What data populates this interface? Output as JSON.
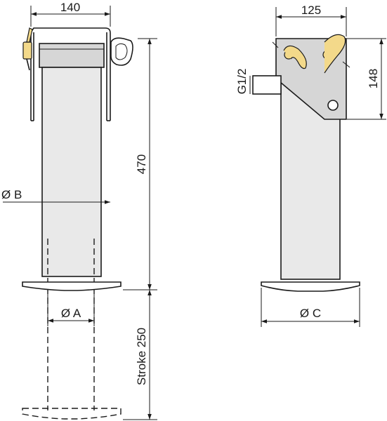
{
  "dimensions": {
    "width_left": "140",
    "width_right": "125",
    "height_total": "470",
    "height_bracket": "148",
    "diameter_b": "Ø B",
    "diameter_a": "Ø A",
    "diameter_c": "Ø C",
    "thread": "G1/2",
    "stroke": "Stroke 250"
  }
}
